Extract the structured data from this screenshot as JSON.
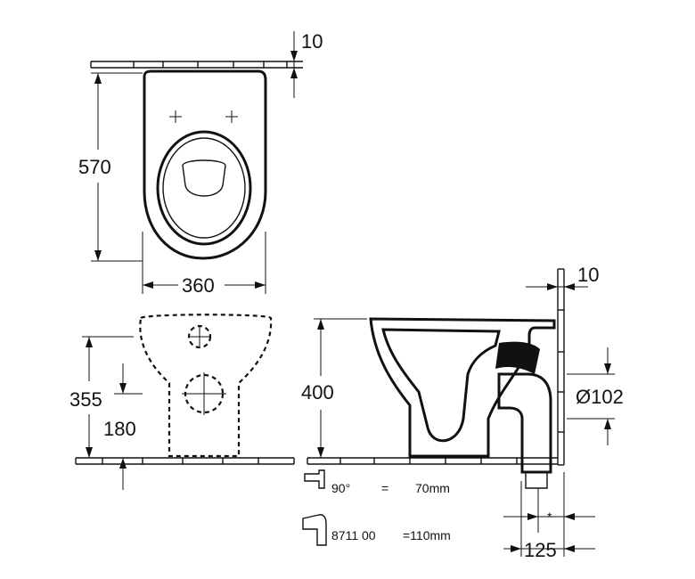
{
  "dimensions": {
    "top_offset": "10",
    "depth": "570",
    "width": "360",
    "side_offset": "10",
    "outlet_height": "355",
    "inlet_height": "180",
    "height": "400",
    "outlet_diameter": "Ø102",
    "outlet_offset": "125"
  },
  "notes": {
    "bend_angle": "90°",
    "equals_1": "=",
    "bend_length": "70mm",
    "part_number": "8711 00",
    "part_length": "=110mm",
    "star": "*"
  }
}
